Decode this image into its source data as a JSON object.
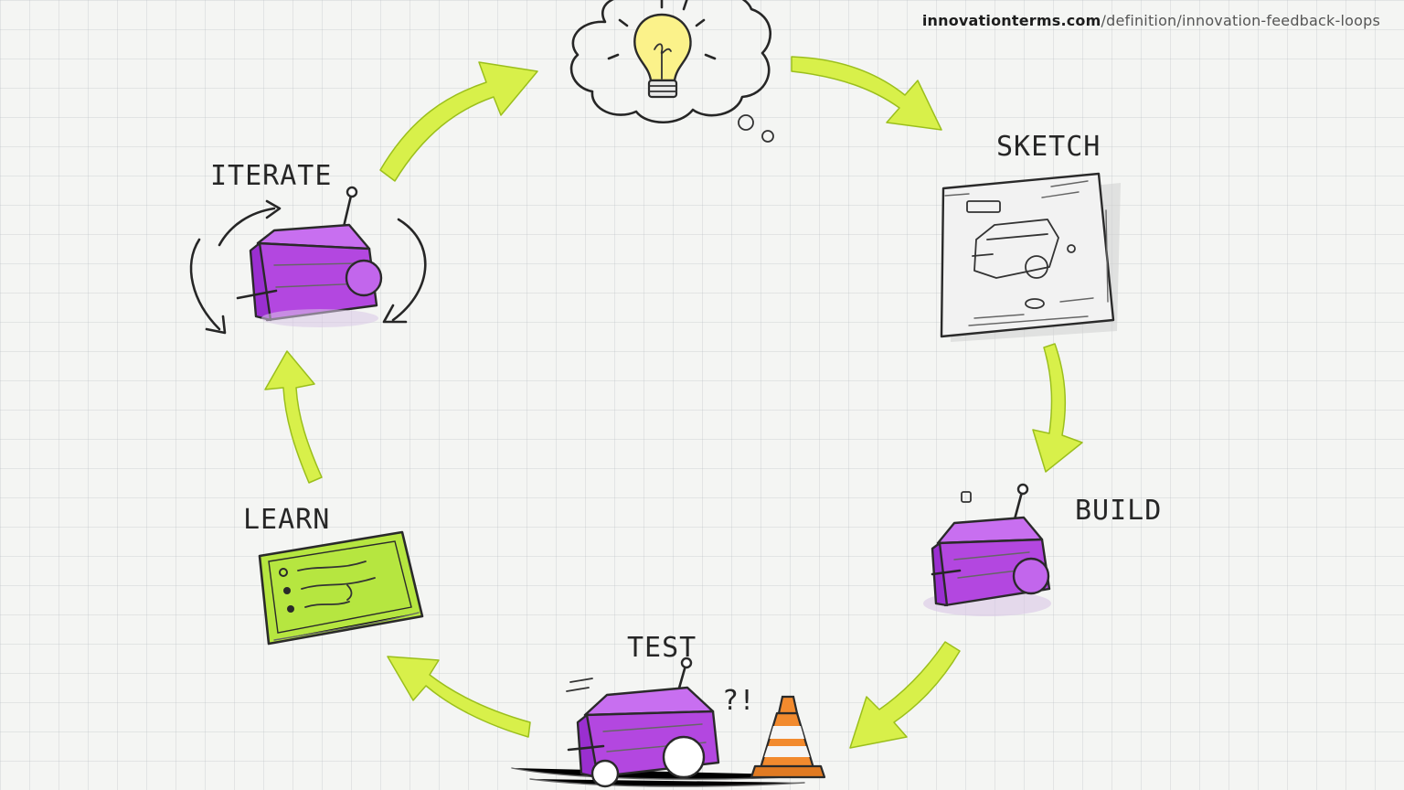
{
  "watermark": {
    "domain": "innovationterms.com",
    "path": "/definition/innovation-feedback-loops"
  },
  "stages": {
    "sketch": "SKETCH",
    "build": "BUILD",
    "test": "TEST",
    "learn": "LEARN",
    "iterate": "ITERATE"
  },
  "annotations": {
    "test_reaction": "?!"
  },
  "icons": {
    "idea": "lightbulb-thought-cloud-icon",
    "sketch": "blueprint-sheet-icon",
    "build": "robot-icon",
    "test": "robot-with-traffic-cone-icon",
    "learn": "notes-card-icon",
    "iterate": "robot-with-cycle-arrows-icon"
  },
  "colors": {
    "arrow": "#d8f04a",
    "robot": "#b347e0",
    "notes_card": "#b6e640",
    "bulb": "#fbf28a",
    "cone": "#f28a2e",
    "grid": "#c8ccd0",
    "ink": "#262626"
  }
}
